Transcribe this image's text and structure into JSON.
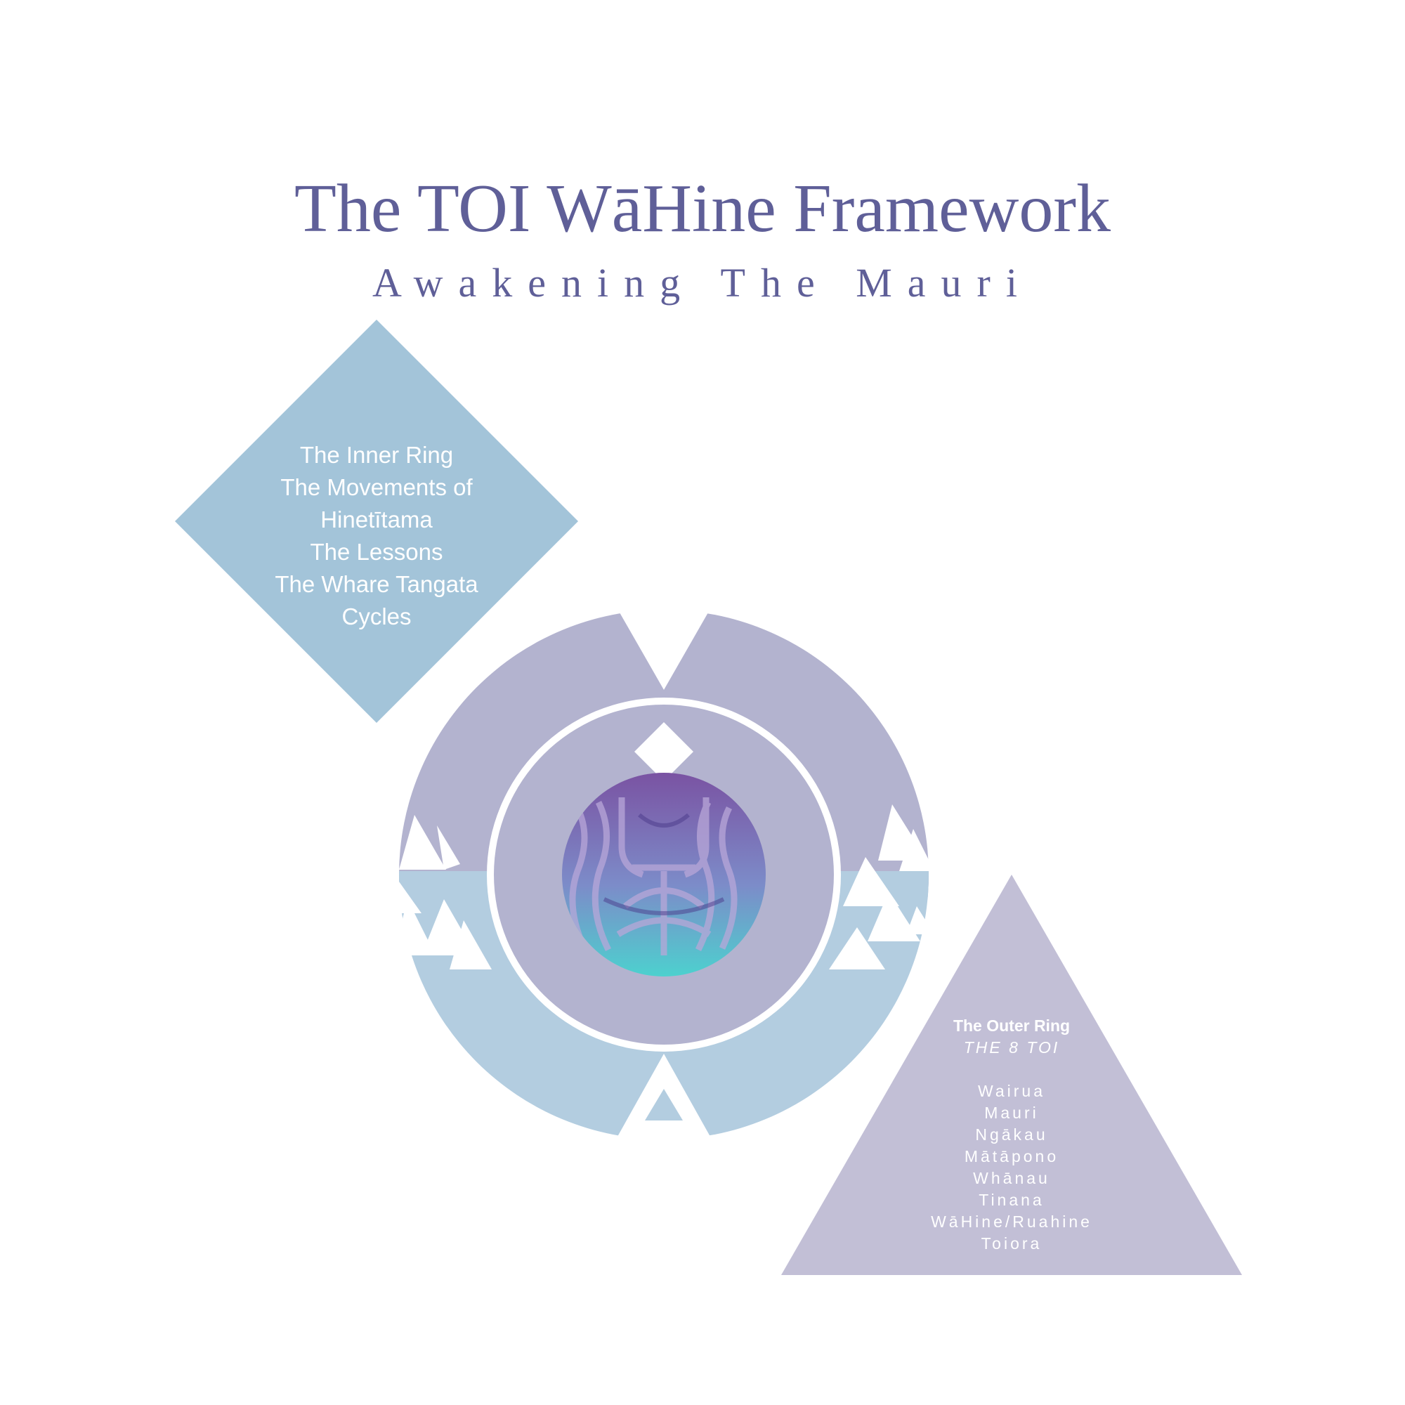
{
  "title": "The TOI WāHine Framework",
  "subtitle": "Awakening The Mauri",
  "inner_ring": {
    "lines": [
      "The Inner Ring",
      "The Movements of",
      "Hinetītama",
      "The Lessons",
      "The Whare Tangata",
      "Cycles"
    ],
    "color": "#a3c4d9"
  },
  "outer_ring": {
    "heading": "The Outer Ring",
    "subheading": "THE 8 TOI",
    "items": [
      "Wairua",
      "Mauri",
      "Ngākau",
      "Mātāpono",
      "Whānau",
      "Tinana",
      "WāHine/Ruahine",
      "Toiora"
    ],
    "color": "#c2bfd6"
  },
  "colors": {
    "title": "#5f5f98",
    "ring_purple": "#b3b3cf",
    "ring_blue": "#b3cde0",
    "center_top": "#7a4fa0",
    "center_bottom": "#49d6cf"
  }
}
